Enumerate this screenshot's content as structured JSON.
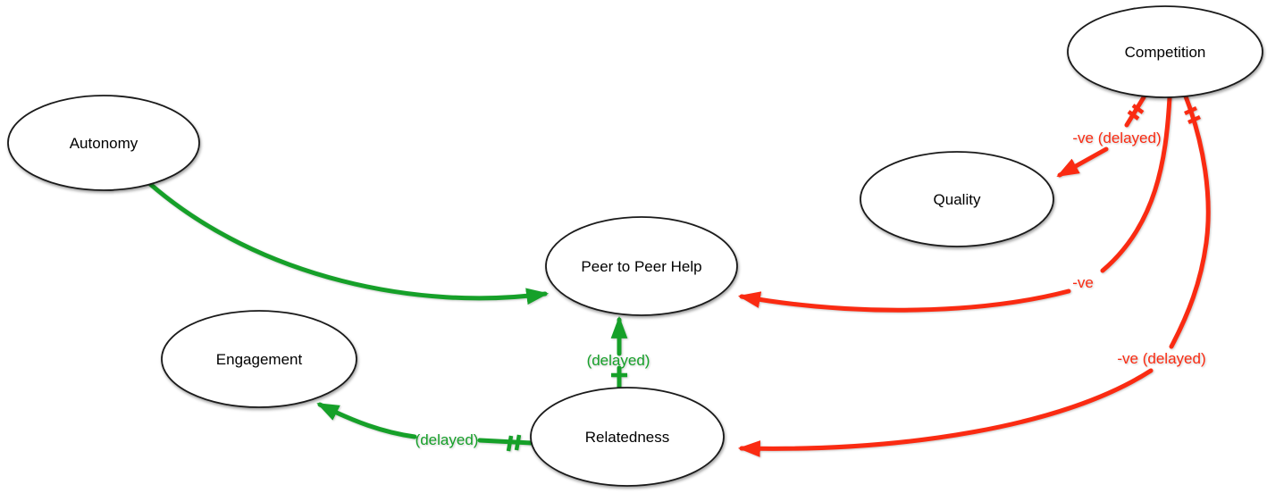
{
  "page": {
    "background": "#ffffff"
  },
  "diagram": {
    "type": "causal-loop-diagram",
    "colors": {
      "positive": "#16A029",
      "negative": "#FA2B12",
      "node_stroke": "#1a1a1a",
      "node_fill": "#ffffff",
      "node_text": "#000000"
    },
    "nodes": {
      "autonomy": {
        "label": "Autonomy"
      },
      "competition": {
        "label": "Competition"
      },
      "quality": {
        "label": "Quality"
      },
      "peer_to_peer_help": {
        "label": "Peer to Peer Help"
      },
      "engagement": {
        "label": "Engagement"
      },
      "relatedness": {
        "label": "Relatedness"
      }
    },
    "edges": {
      "autonomy_to_peer_help": {
        "from": "Autonomy",
        "to": "Peer to Peer Help",
        "polarity": "positive",
        "delayed": false,
        "label": ""
      },
      "competition_to_quality": {
        "from": "Competition",
        "to": "Quality",
        "polarity": "negative",
        "delayed": true,
        "label": "-ve (delayed)"
      },
      "competition_to_peer_help": {
        "from": "Competition",
        "to": "Peer to Peer Help",
        "polarity": "negative",
        "delayed": false,
        "label": "-ve"
      },
      "competition_to_relatedness": {
        "from": "Competition",
        "to": "Relatedness",
        "polarity": "negative",
        "delayed": true,
        "label": "-ve (delayed)"
      },
      "relatedness_to_peer_help": {
        "from": "Relatedness",
        "to": "Peer to Peer Help",
        "polarity": "positive",
        "delayed": true,
        "label": "(delayed)"
      },
      "relatedness_to_engagement": {
        "from": "Relatedness",
        "to": "Engagement",
        "polarity": "positive",
        "delayed": true,
        "label": "(delayed)"
      }
    }
  }
}
